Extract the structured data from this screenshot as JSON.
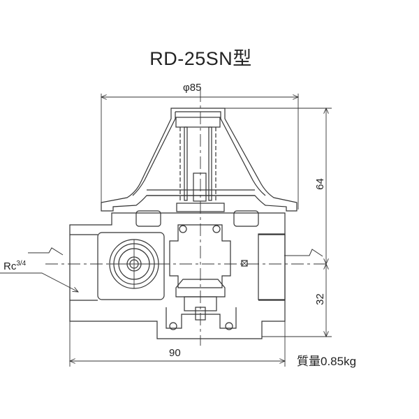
{
  "title": "RD-25SN型",
  "dimensions": {
    "diameter": "φ85",
    "height_upper": "64",
    "height_lower": "32",
    "width": "90"
  },
  "mass_label": "質量0.85kg",
  "port": {
    "prefix": "Rc",
    "size": "3/4"
  }
}
